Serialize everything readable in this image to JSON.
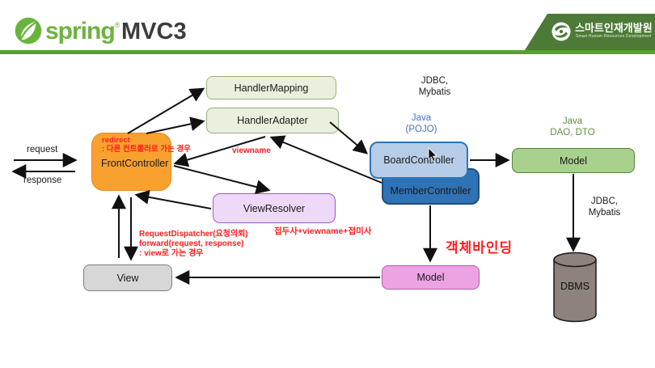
{
  "header": {
    "brand": "spring",
    "registered_mark": "®",
    "title": "MVC3",
    "org": {
      "name": "스마트인재개발원",
      "subtitle": "Smart Human Resources Development"
    }
  },
  "flow": {
    "request": "request",
    "response": "response"
  },
  "boxes": {
    "handler_mapping": "HandlerMapping",
    "handler_adapter": "HandlerAdapter",
    "front_controller": "FrontController",
    "view_resolver": "ViewResolver",
    "board_controller": "BoardController",
    "member_controller": "MemberController",
    "model_dao": "Model",
    "model_binding": "Model",
    "view": "View",
    "dbms": "DBMS"
  },
  "annotations": {
    "redirect_line1": "redirect",
    "redirect_line2": ": 다른 컨트롤러로 가는 경우",
    "viewname": "viewname",
    "jdbc_top_line1": "JDBC,",
    "jdbc_top_line2": "Mybatis",
    "java_pojo_line1": "Java",
    "java_pojo_line2": "(POJO)",
    "java_dao_line1": "Java",
    "java_dao_line2": "DAO, DTO",
    "jdbc_right_line1": "JDBC,",
    "jdbc_right_line2": "Mybatis",
    "dispatcher_line1": "RequestDispatcher(요청의뢰)",
    "dispatcher_line2": "forward(request, response)",
    "dispatcher_line3": ": view로 가는 경우",
    "resolver_note": "접두사+viewname+접미사",
    "object_binding": "객체바인딩"
  },
  "colors": {
    "spring_green": "#6db33f",
    "header_rule_green": "#58a033",
    "org_banner_green": "#4d7a36",
    "front_controller_orange": "#f9a12e",
    "handler_box_green": "#e9f0dd",
    "view_resolver_purple": "#eed9f8",
    "board_controller_blue": "#b7cce6",
    "member_controller_blue": "#2f72b6",
    "model_green": "#a9d18e",
    "model_pink": "#eba3e4",
    "view_gray": "#d7d7d7",
    "dbms_gray": "#8d837c",
    "annotation_red": "#ff1e1e",
    "java_pojo_blue": "#4472c4",
    "java_dao_green": "#5f8f3e"
  }
}
